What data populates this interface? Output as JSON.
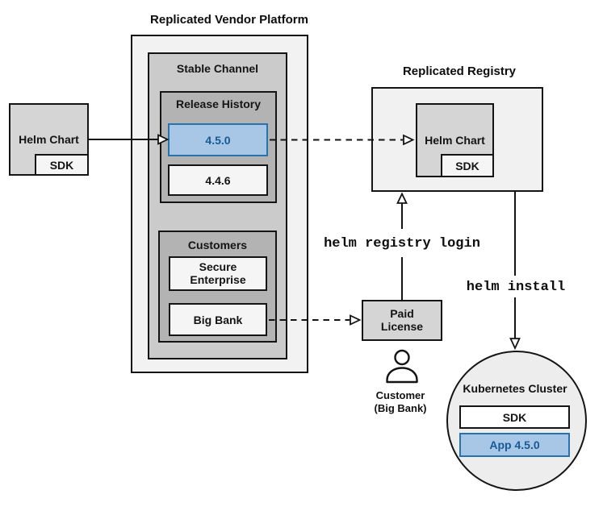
{
  "colors": {
    "accent_blue_fill": "#a8c7e6",
    "accent_blue_border": "#2a72ac",
    "accent_blue_text": "#175a96",
    "container_light": "#f2f2f2",
    "channel_gray": "#cbcbcb",
    "inner_gray": "#b3b3b3",
    "box_gray": "#d5d5d5",
    "offwhite": "#f5f5f5",
    "line_black": "#141414"
  },
  "platform": {
    "title": "Replicated Vendor Platform",
    "stable_channel": {
      "label": "Stable Channel",
      "release_history": {
        "label": "Release History",
        "releases": [
          {
            "version": "4.5.0",
            "highlighted": true
          },
          {
            "version": "4.4.6",
            "highlighted": false
          }
        ]
      },
      "customers": {
        "label": "Customers",
        "items": [
          "Secure Enterprise",
          "Big Bank"
        ]
      }
    }
  },
  "vendor_helm_chart": {
    "label": "Helm Chart",
    "sdk": "SDK"
  },
  "registry": {
    "title": "Replicated Registry",
    "helm_chart": {
      "label": "Helm Chart",
      "sdk": "SDK"
    }
  },
  "paid_license": {
    "label": "Paid License"
  },
  "customer": {
    "name": "Customer",
    "detail": "(Big Bank)"
  },
  "cluster": {
    "title": "Kubernetes Cluster",
    "sdk": "SDK",
    "app": "App 4.5.0"
  },
  "commands": {
    "registry_login": "helm registry login",
    "install": "helm install"
  }
}
